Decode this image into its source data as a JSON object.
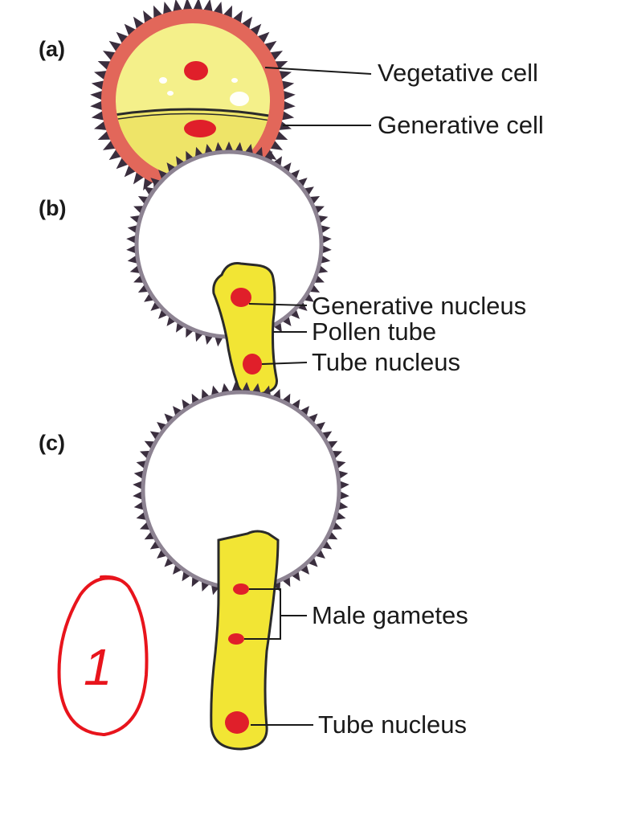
{
  "diagram": {
    "panels": [
      {
        "letter": "(a)",
        "labels": [
          "Vegetative cell",
          "Generative cell"
        ]
      },
      {
        "letter": "(b)",
        "labels": [
          "Generative nucleus",
          "Pollen tube",
          "Tube nucleus"
        ]
      },
      {
        "letter": "(c)",
        "labels": [
          "Male gametes",
          "Tube nucleus"
        ]
      }
    ]
  },
  "annotation": {
    "text": "1",
    "color": "#e8141c"
  },
  "colors": {
    "exine": "#e2675a",
    "cytoplasm": "#f4f08a",
    "tube": "#f2e534",
    "nucleus": "#e01f2a",
    "spiny_wall": "#3a2e3e"
  }
}
